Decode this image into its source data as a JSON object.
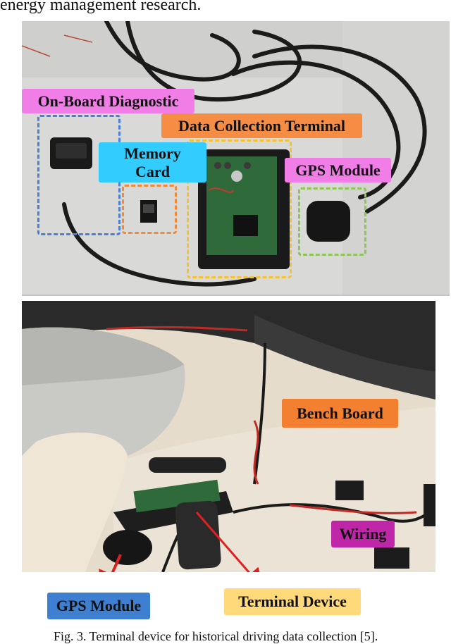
{
  "text": {
    "top_line": "energy management research.",
    "caption": "Fig. 3. Terminal device for historical driving data collection [5]."
  },
  "labels": {
    "obd": "On-Board Diagnostic",
    "dct": "Data Collection Terminal",
    "memory_line1": "Memory",
    "memory_line2": "Card",
    "gps_top": "GPS Module",
    "bench": "Bench Board",
    "wiring": "Wiring",
    "gps_bottom": "GPS Module",
    "terminal": "Terminal Device"
  },
  "colors": {
    "obd": "#f07ee6",
    "dct": "#f58d45",
    "memory": "#33ccff",
    "gps_top": "#f07ee6",
    "bench": "#f28030",
    "wiring": "#c026a8",
    "gps_bottom": "#3f7fd1",
    "terminal": "#ffd97a",
    "arrow": "#e02020",
    "dash_blue": "#4a7fd4",
    "dash_orange": "#f08a3a",
    "dash_yellow": "#f5c230",
    "dash_green": "#8dc653"
  }
}
